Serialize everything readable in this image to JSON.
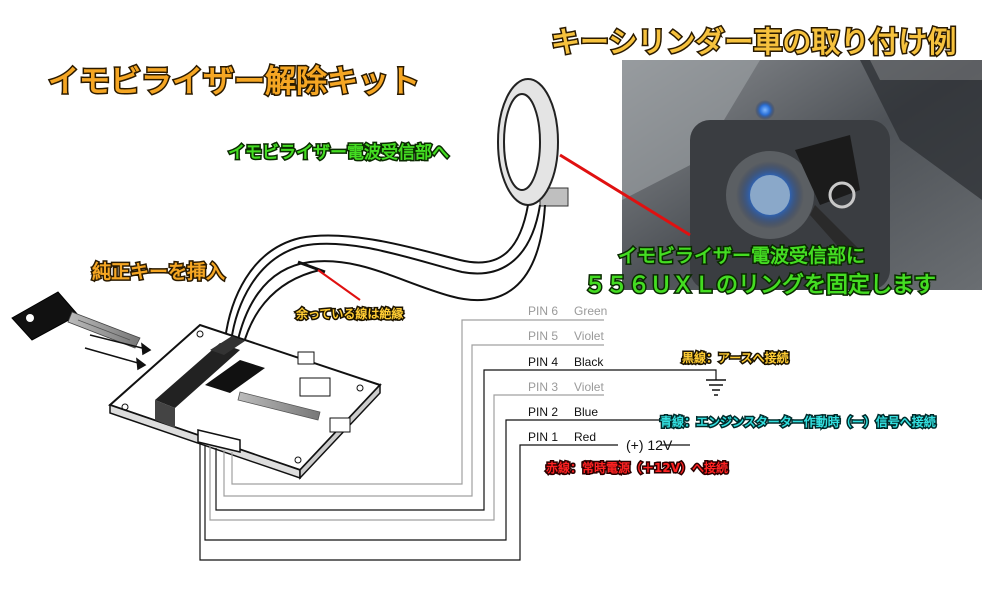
{
  "title": "イモビライザー解除キット",
  "photo_title": "キーシリンダー車の取り付け例",
  "labels": {
    "antenna_to": "イモビライザー電波受信部へ",
    "insert_key": "純正キーを挿入",
    "spare_wire": "余っている線は絶縁",
    "photo_caption_line1": "イモビライザー電波受信部に",
    "photo_caption_line2": "５５６ＵＸＬのリングを固定します",
    "ground_note": "黒線：アースへ接続",
    "blue_note": "青線：エンジンスターター作動時（ー）信号へ接続",
    "red_note": "赤線：常時電源（＋12V）へ接続",
    "power_label": "(+) 12V"
  },
  "pins": [
    {
      "pin": "PIN 6",
      "color": "Green",
      "muted": true
    },
    {
      "pin": "PIN 5",
      "color": "Violet",
      "muted": true
    },
    {
      "pin": "PIN 4",
      "color": "Black",
      "muted": false
    },
    {
      "pin": "PIN 3",
      "color": "Violet",
      "muted": true
    },
    {
      "pin": "PIN 2",
      "color": "Blue",
      "muted": false
    },
    {
      "pin": "PIN 1",
      "color": "Red",
      "muted": false
    }
  ],
  "colors": {
    "title_fill": "#f5a623",
    "photo_title_fill": "#f6c23e",
    "callout_green": "#44dd22",
    "callout_red": "#ff2222",
    "callout_cyan": "#33e0e0",
    "callout_yellow": "#ffcc33",
    "red_line": "#e01010"
  }
}
